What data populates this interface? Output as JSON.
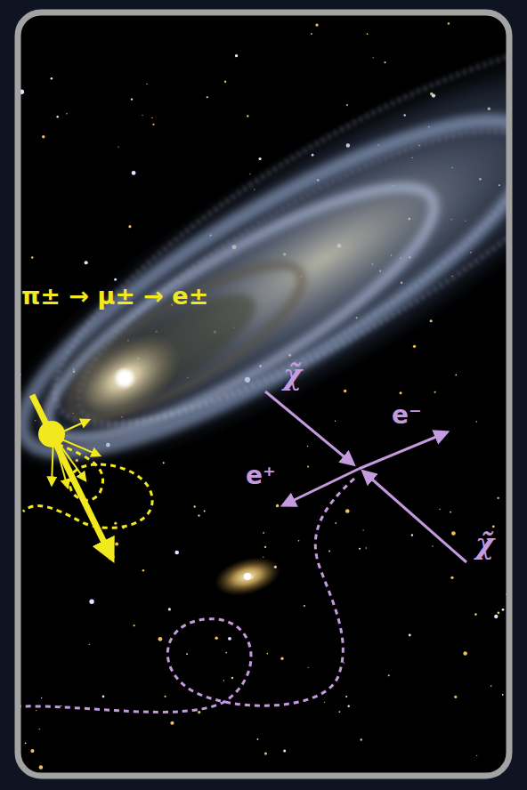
{
  "diagram": {
    "labels": [
      "π± → μ± → e±",
      "χ̃",
      "e⁻",
      "e⁺",
      "χ̃"
    ]
  }
}
